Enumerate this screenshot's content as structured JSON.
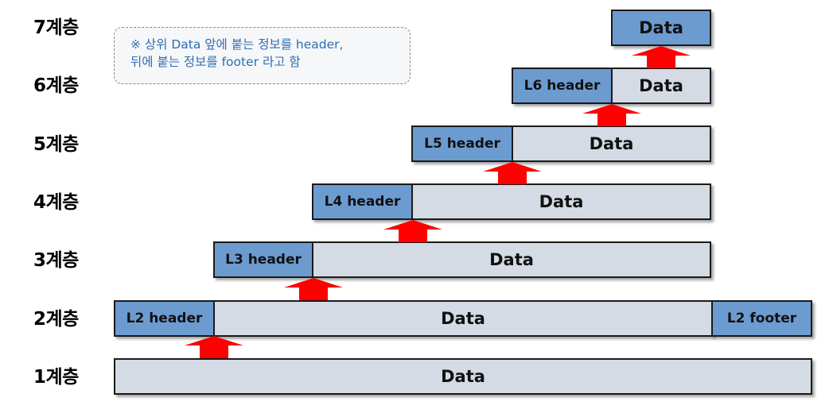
{
  "layers": {
    "l1": "1계층",
    "l2": "2계층",
    "l3": "3계층",
    "l4": "4계층",
    "l5": "5계층",
    "l6": "6계층",
    "l7": "7계층"
  },
  "note": {
    "line1": "※ 상위 Data 앞에 붙는 정보를 header,",
    "line2": "뒤에 붙는 정보를 footer 라고 함"
  },
  "rows": {
    "l7": {
      "data": "Data"
    },
    "l6": {
      "header": "L6 header",
      "data": "Data"
    },
    "l5": {
      "header": "L5 header",
      "data": "Data"
    },
    "l4": {
      "header": "L4 header",
      "data": "Data"
    },
    "l3": {
      "header": "L3 header",
      "data": "Data"
    },
    "l2": {
      "header": "L2 header",
      "data": "Data",
      "footer": "L2 footer"
    },
    "l1": {
      "data": "Data"
    }
  },
  "colors": {
    "header_fill": "#6c9bd0",
    "data_fill": "#d4dbe5",
    "arrow_fill": "#ff0000"
  }
}
